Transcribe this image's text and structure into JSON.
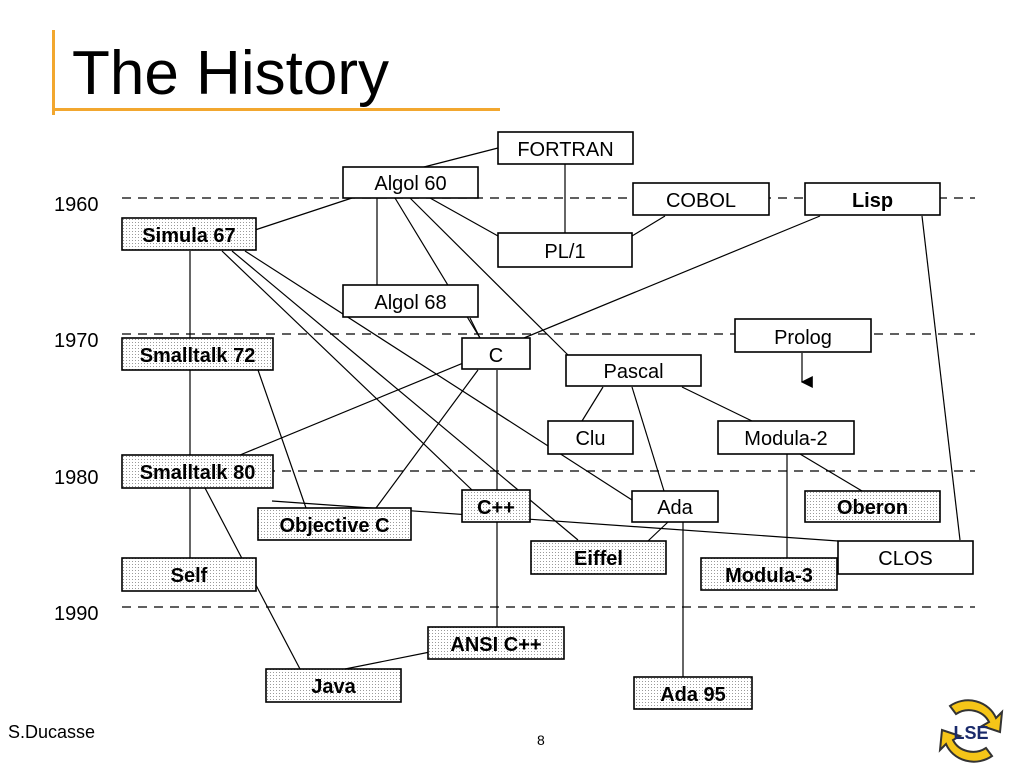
{
  "slide": {
    "title": "The History",
    "author": "S.Ducasse",
    "page_number": "8",
    "logo_text": "LSE",
    "accent_color": "#f2a72f"
  },
  "timeline": {
    "years": [
      "1960",
      "1970",
      "1980",
      "1990"
    ]
  },
  "languages": [
    {
      "id": "fortran",
      "label": "FORTRAN",
      "style": "plain"
    },
    {
      "id": "algol60",
      "label": "Algol 60",
      "style": "plain"
    },
    {
      "id": "cobol",
      "label": "COBOL",
      "style": "plain"
    },
    {
      "id": "lisp",
      "label": "Lisp",
      "style": "bold-plain"
    },
    {
      "id": "simula67",
      "label": "Simula 67",
      "style": "bold"
    },
    {
      "id": "pl1",
      "label": "PL/1",
      "style": "plain"
    },
    {
      "id": "algol68",
      "label": "Algol 68",
      "style": "plain"
    },
    {
      "id": "prolog",
      "label": "Prolog",
      "style": "plain"
    },
    {
      "id": "smalltalk72",
      "label": "Smalltalk 72",
      "style": "bold"
    },
    {
      "id": "c",
      "label": "C",
      "style": "plain"
    },
    {
      "id": "pascal",
      "label": "Pascal",
      "style": "plain"
    },
    {
      "id": "clu",
      "label": "Clu",
      "style": "plain"
    },
    {
      "id": "modula2",
      "label": "Modula-2",
      "style": "plain"
    },
    {
      "id": "smalltalk80",
      "label": "Smalltalk 80",
      "style": "bold"
    },
    {
      "id": "cpp",
      "label": "C++",
      "style": "bold"
    },
    {
      "id": "ada",
      "label": "Ada",
      "style": "plain"
    },
    {
      "id": "oberon",
      "label": "Oberon",
      "style": "bold"
    },
    {
      "id": "objectivec",
      "label": "Objective C",
      "style": "bold"
    },
    {
      "id": "eiffel",
      "label": "Eiffel",
      "style": "bold"
    },
    {
      "id": "clos",
      "label": "CLOS",
      "style": "plain"
    },
    {
      "id": "self",
      "label": "Self",
      "style": "bold"
    },
    {
      "id": "modula3",
      "label": "Modula-3",
      "style": "bold"
    },
    {
      "id": "ansicpp",
      "label": "ANSI C++",
      "style": "bold"
    },
    {
      "id": "java",
      "label": "Java",
      "style": "bold"
    },
    {
      "id": "ada95",
      "label": "Ada 95",
      "style": "bold"
    }
  ],
  "influences": [
    [
      "fortran",
      "algol60"
    ],
    [
      "fortran",
      "pl1"
    ],
    [
      "algol60",
      "simula67"
    ],
    [
      "algol60",
      "pl1"
    ],
    [
      "algol60",
      "algol68"
    ],
    [
      "algol60",
      "c"
    ],
    [
      "algol60",
      "pascal"
    ],
    [
      "cobol",
      "pl1"
    ],
    [
      "lisp",
      "smalltalk80"
    ],
    [
      "lisp",
      "clos"
    ],
    [
      "simula67",
      "smalltalk72"
    ],
    [
      "simula67",
      "cpp"
    ],
    [
      "simula67",
      "eiffel"
    ],
    [
      "simula67",
      "ada"
    ],
    [
      "algol68",
      "c"
    ],
    [
      "prolog",
      "prolog-arrow"
    ],
    [
      "smalltalk72",
      "smalltalk80"
    ],
    [
      "smalltalk72",
      "objectivec"
    ],
    [
      "c",
      "objectivec"
    ],
    [
      "c",
      "cpp"
    ],
    [
      "pascal",
      "clu"
    ],
    [
      "pascal",
      "ada"
    ],
    [
      "pascal",
      "modula2"
    ],
    [
      "clu",
      "ada"
    ],
    [
      "modula2",
      "oberon"
    ],
    [
      "modula2",
      "modula3"
    ],
    [
      "smalltalk80",
      "self"
    ],
    [
      "smalltalk80",
      "java"
    ],
    [
      "smalltalk80",
      "clos"
    ],
    [
      "cpp",
      "ansicpp"
    ],
    [
      "ada",
      "eiffel"
    ],
    [
      "ada",
      "ada95"
    ],
    [
      "ansicpp",
      "java"
    ]
  ]
}
